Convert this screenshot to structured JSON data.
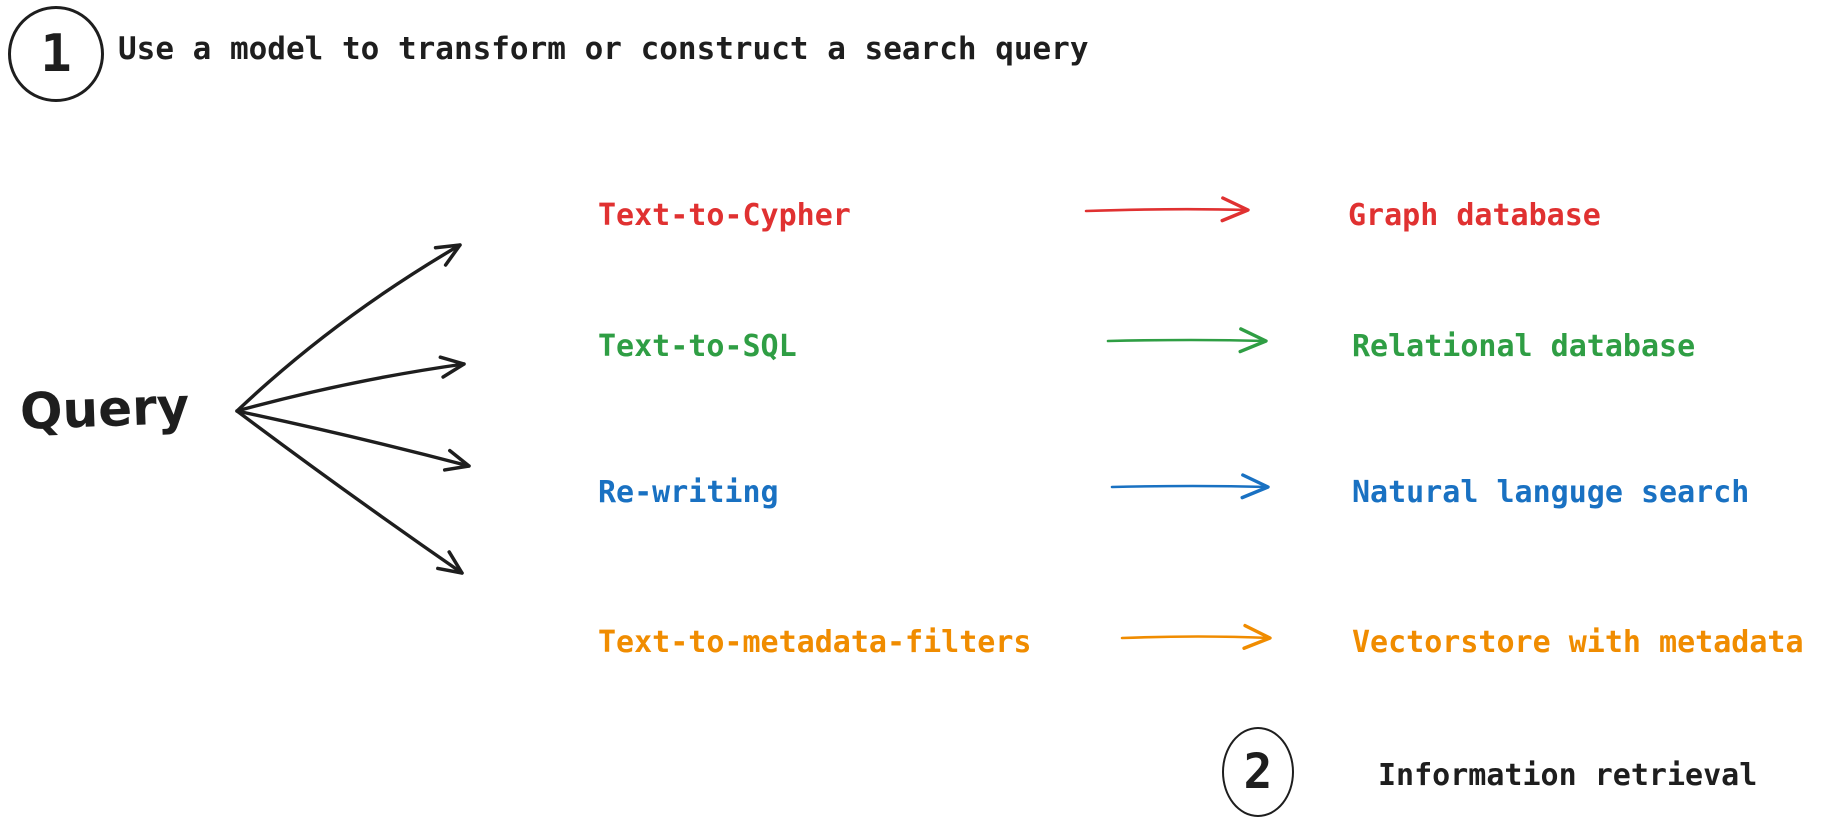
{
  "colors": {
    "ink": "#1e1e1e",
    "red": "#e03131",
    "green": "#2f9e44",
    "blue": "#1971c2",
    "orange": "#f08c00"
  },
  "step1": {
    "number": "1",
    "label": "Use a model to transform or construct a search query"
  },
  "query": {
    "label": "Query"
  },
  "rows": [
    {
      "source": "Text-to-Cypher",
      "target": "Graph database",
      "color": "#e03131"
    },
    {
      "source": "Text-to-SQL",
      "target": "Relational database",
      "color": "#2f9e44"
    },
    {
      "source": "Re-writing",
      "target": "Natural languge search",
      "color": "#1971c2"
    },
    {
      "source": "Text-to-metadata-filters",
      "target": "Vectorstore with metadata",
      "color": "#f08c00"
    }
  ],
  "step2": {
    "number": "2",
    "label": "Information retrieval"
  }
}
